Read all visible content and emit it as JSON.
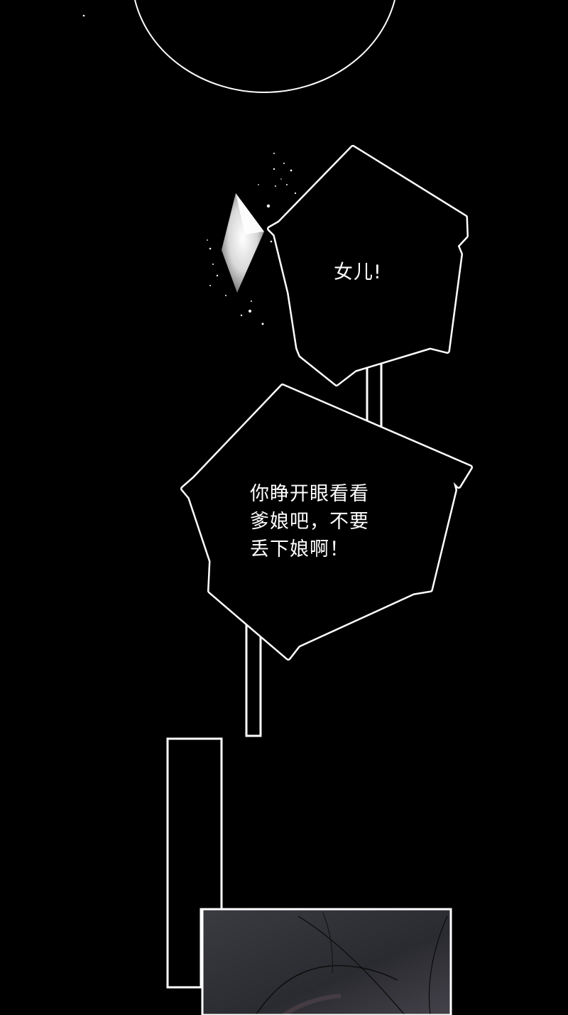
{
  "panel_colors": {
    "background": "#000000",
    "line": "#ffffff"
  },
  "speech_bubbles": [
    {
      "lines": [
        "女儿!"
      ]
    },
    {
      "lines": [
        "你睁开眼看看",
        "爹娘吧，不要",
        "丢下娘啊！"
      ]
    }
  ]
}
